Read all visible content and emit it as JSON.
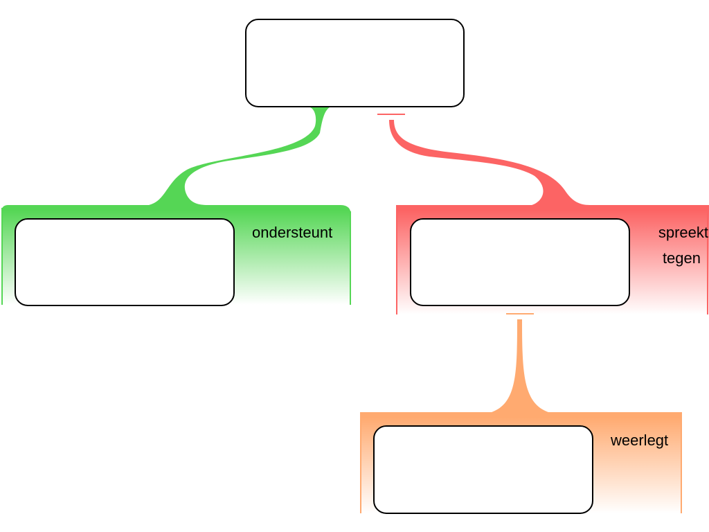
{
  "colors": {
    "support": "#55d655",
    "oppose": "#fc6464",
    "rebut": "#ffaa70"
  },
  "relations": {
    "support_label": "ondersteunt",
    "oppose_label_line1": "spreekt",
    "oppose_label_line2": "tegen",
    "rebut_label": "weerlegt"
  }
}
